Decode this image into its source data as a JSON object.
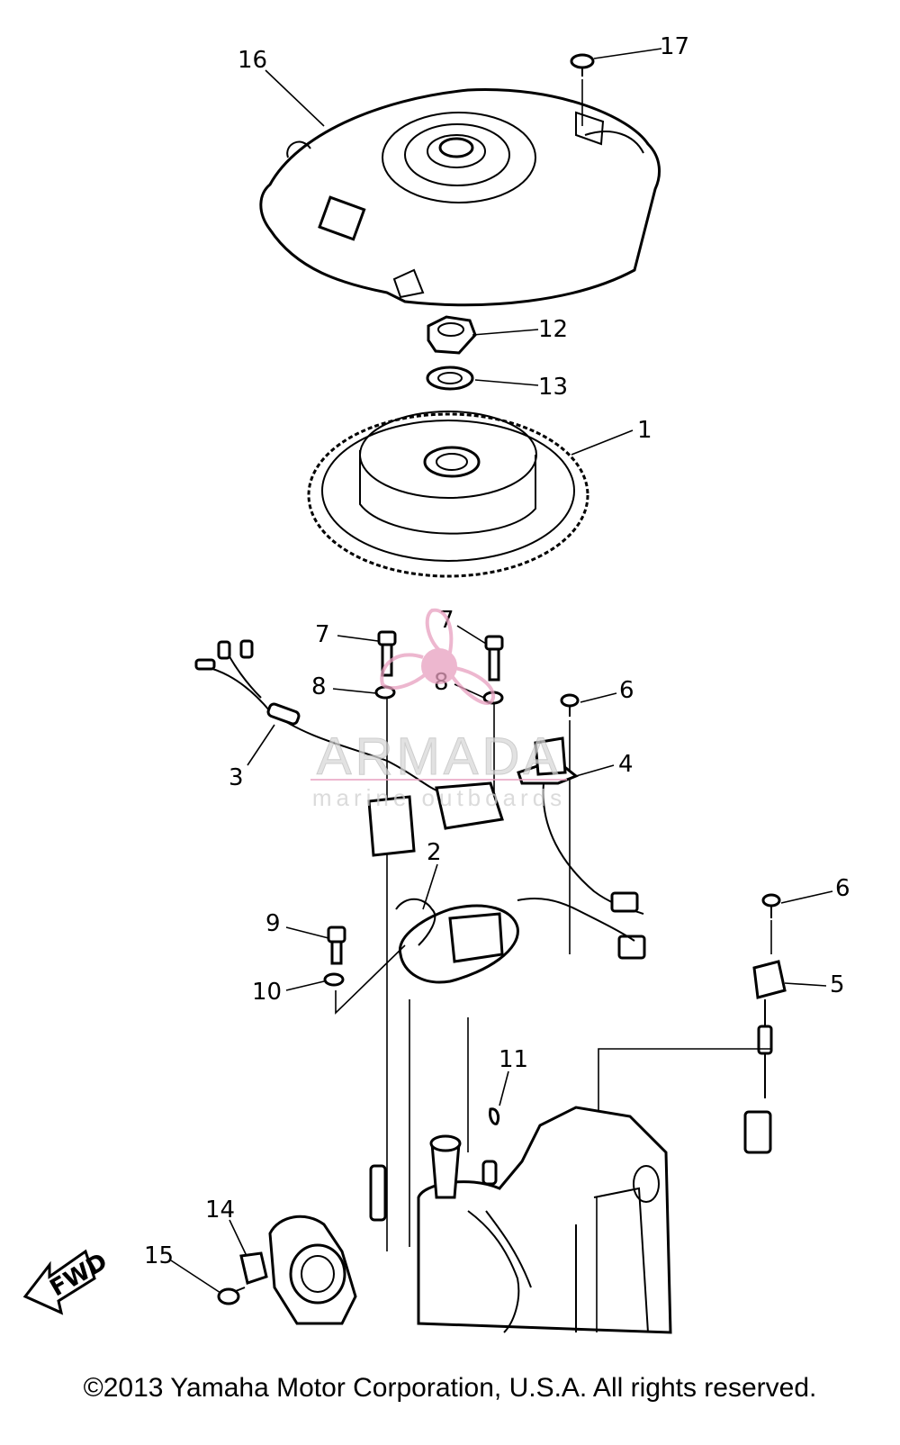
{
  "callouts": [
    {
      "id": "1",
      "label": "1"
    },
    {
      "id": "2",
      "label": "2"
    },
    {
      "id": "3",
      "label": "3"
    },
    {
      "id": "4",
      "label": "4"
    },
    {
      "id": "5",
      "label": "5"
    },
    {
      "id": "6a",
      "label": "6"
    },
    {
      "id": "6b",
      "label": "6"
    },
    {
      "id": "7a",
      "label": "7"
    },
    {
      "id": "7b",
      "label": "7"
    },
    {
      "id": "8a",
      "label": "8"
    },
    {
      "id": "8b",
      "label": "8"
    },
    {
      "id": "9",
      "label": "9"
    },
    {
      "id": "10",
      "label": "10"
    },
    {
      "id": "11",
      "label": "11"
    },
    {
      "id": "12",
      "label": "12"
    },
    {
      "id": "13",
      "label": "13"
    },
    {
      "id": "14",
      "label": "14"
    },
    {
      "id": "15",
      "label": "15"
    },
    {
      "id": "16",
      "label": "16"
    },
    {
      "id": "17",
      "label": "17"
    }
  ],
  "fwd_label": "FWD",
  "watermark": {
    "brand": "ARMADA",
    "tagline": "marine outboards",
    "color": "#e8a0bf"
  },
  "copyright": "©2013 Yamaha Motor Corporation, U.S.A. All rights reserved."
}
